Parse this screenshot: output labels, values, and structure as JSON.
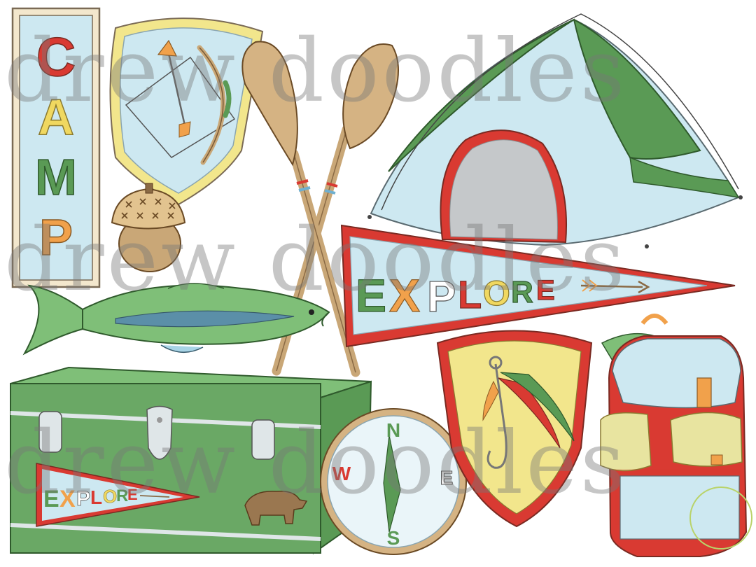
{
  "camp_banner": {
    "letters": [
      "C",
      "A",
      "M",
      "P"
    ]
  },
  "pennant_large": {
    "letters": [
      "E",
      "X",
      "P",
      "L",
      "O",
      "R",
      "E"
    ]
  },
  "pennant_small": {
    "letters": [
      "E",
      "X",
      "P",
      "L",
      "O",
      "R",
      "E"
    ]
  },
  "compass": {
    "north": "N",
    "south": "S",
    "east": "E",
    "west": "W"
  },
  "watermark": {
    "line1": "drew doodles",
    "line2": "drew doodles",
    "line3": "drew doodles"
  },
  "colors": {
    "green": "#5a9a55",
    "red": "#d93a32",
    "yellow": "#f0e07a",
    "light_blue": "#cde8f1",
    "wood": "#c9a777",
    "orange": "#f1a14b"
  },
  "icons": [
    "bow-and-arrow-badge-icon",
    "acorn-icon",
    "paddles-icon",
    "tent-icon",
    "fish-icon",
    "trunk-icon",
    "bear-icon",
    "compass-icon",
    "fishing-hook-badge-icon",
    "backpack-icon"
  ]
}
